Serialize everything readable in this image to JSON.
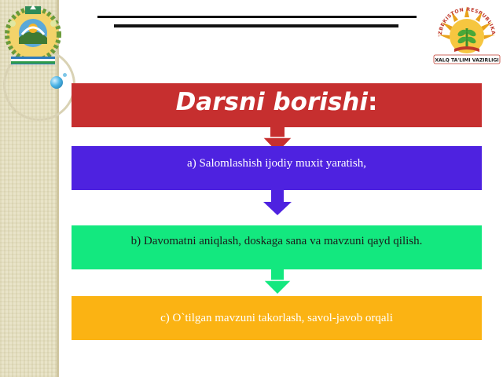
{
  "slide": {
    "title_main": "Darsni borishi",
    "title_colon": ":",
    "steps": [
      "a) Salomlashish ijodiy muxit yaratish,",
      "b) Davomatni aniqlash, doskaga sana va mavzuni qayd qilish.",
      "c) O`tilgan mavzuni takorlash, savol-javob orqali"
    ]
  },
  "logo_text": {
    "arc": "O'ZBEKISTON RESPUBLIKASI",
    "ribbon": "XALQ TA'LIMI VAZIRLIGI"
  },
  "colors": {
    "title_box": "#c62f2f",
    "step_a": "#4e22e0",
    "step_b": "#13e87f",
    "step_c": "#fbb313"
  },
  "icons": {
    "left_emblem": "uzbekistan-coat-of-arms-icon",
    "right_logo": "ministry-of-education-logo-icon"
  }
}
